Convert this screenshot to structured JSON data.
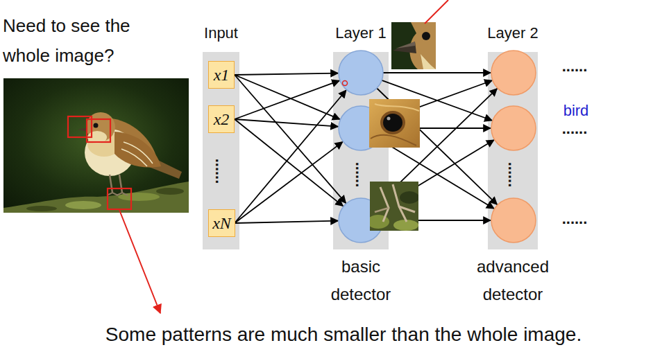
{
  "diagram": {
    "title": "Need to see the whole image?",
    "caption": "Some patterns are much smaller than the whole image.",
    "nodes": [
      {
        "text": [
          "Input"
        ]
      },
      {
        "text": [
          "x1"
        ],
        "in": 0
      },
      {
        "text": [
          "x2"
        ],
        "in": 0
      },
      {
        "text": [
          "xN"
        ],
        "in": 0
      },
      {
        "text": [
          "Layer 1",
          "basic detector"
        ]
      },
      {
        "text": [
          "Layer 2",
          "advanced detector"
        ]
      }
    ],
    "labels": [
      "......",
      "......",
      "......",
      "......",
      "bird",
      "......",
      "......"
    ]
  }
}
